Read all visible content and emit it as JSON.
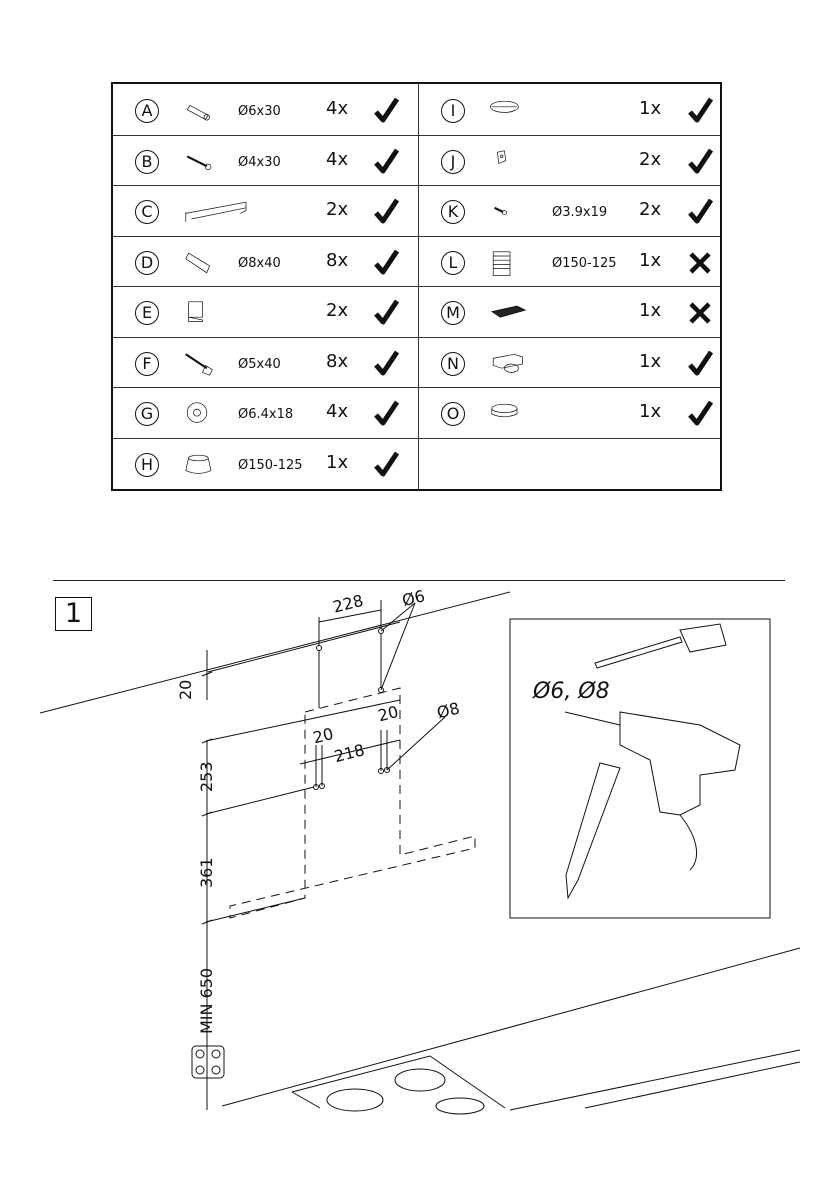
{
  "parts": {
    "left": [
      {
        "letter": "A",
        "size": "Ø6x30",
        "qty": "4x",
        "status": "check",
        "icon": "wall-plug-icon"
      },
      {
        "letter": "B",
        "size": "Ø4x30",
        "qty": "4x",
        "status": "check",
        "icon": "screw-icon"
      },
      {
        "letter": "C",
        "size": "",
        "qty": "2x",
        "status": "check",
        "icon": "bracket-icon"
      },
      {
        "letter": "D",
        "size": "Ø8x40",
        "qty": "8x",
        "status": "check",
        "icon": "large-wall-plug-icon"
      },
      {
        "letter": "E",
        "size": "",
        "qty": "2x",
        "status": "check",
        "icon": "hanger-plate-icon"
      },
      {
        "letter": "F",
        "size": "Ø5x40",
        "qty": "8x",
        "status": "check",
        "icon": "hex-screw-icon"
      },
      {
        "letter": "G",
        "size": "Ø6.4x18",
        "qty": "4x",
        "status": "check",
        "icon": "washer-icon"
      },
      {
        "letter": "H",
        "size": "Ø150-125",
        "qty": "1x",
        "status": "check",
        "icon": "reducer-collar-icon"
      }
    ],
    "right": [
      {
        "letter": "I",
        "size": "",
        "qty": "1x",
        "status": "check",
        "icon": "round-plate-icon"
      },
      {
        "letter": "J",
        "size": "",
        "qty": "2x",
        "status": "check",
        "icon": "clip-icon"
      },
      {
        "letter": "K",
        "size": "Ø3.9x19",
        "qty": "2x",
        "status": "check",
        "icon": "small-screw-icon"
      },
      {
        "letter": "L",
        "size": "Ø150-125",
        "qty": "1x",
        "status": "cross",
        "icon": "flexible-duct-icon"
      },
      {
        "letter": "M",
        "size": "",
        "qty": "1x",
        "status": "cross",
        "icon": "carbon-filter-icon"
      },
      {
        "letter": "N",
        "size": "",
        "qty": "1x",
        "status": "check",
        "icon": "air-deflector-icon"
      },
      {
        "letter": "O",
        "size": "",
        "qty": "1x",
        "status": "check",
        "icon": "duct-ring-icon"
      }
    ]
  },
  "step": {
    "number": "1",
    "drill_label": "Ø6, Ø8",
    "dimensions": {
      "top_spacing": "228",
      "top_hole": "Ø6",
      "top_offset": "20",
      "lower_offset_left": "20",
      "lower_offset_right": "20",
      "lower_spacing": "218",
      "lower_hole": "Ø8",
      "vertical_253": "253",
      "vertical_361": "361",
      "vertical_min": "MIN 650"
    }
  }
}
